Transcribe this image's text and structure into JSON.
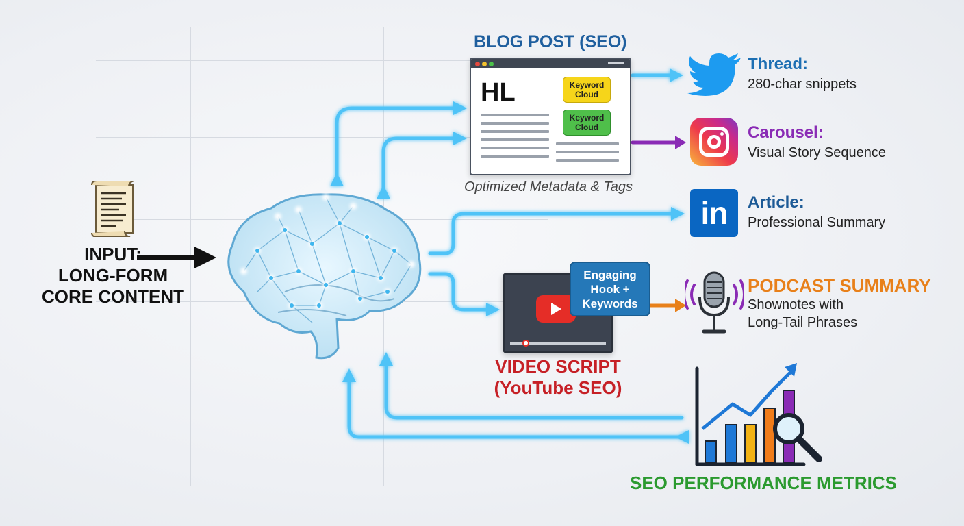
{
  "input": {
    "line1": "INPUT:",
    "line2": "LONG-FORM",
    "line3": "CORE CONTENT"
  },
  "blog": {
    "title": "BLOG POST (SEO)",
    "headline": "HL",
    "bubble1": "Keyword Cloud",
    "bubble2": "Keyword Cloud",
    "caption": "Optimized Metadata & Tags"
  },
  "twitter": {
    "title": "Thread:",
    "subtitle": "280-char snippets"
  },
  "instagram": {
    "title": "Carousel:",
    "subtitle": "Visual Story Sequence"
  },
  "linkedin": {
    "title": "Article:",
    "subtitle": "Professional Summary",
    "logo": "in"
  },
  "video": {
    "title": "VIDEO SCRIPT (YouTube SEO)",
    "hook": "Engaging Hook + Keywords"
  },
  "podcast": {
    "title": "PODCAST SUMMARY",
    "line1": "Shownotes with",
    "line2": "Long-Tail Phrases"
  },
  "seo": {
    "title": "SEO PERFORMANCE METRICS"
  },
  "colors": {
    "flow": "#4fc3f7",
    "twitter": "#1d9bf0",
    "linkedin": "#0a66c2",
    "youtube": "#e52d27",
    "podcast": "#e8801a",
    "seo": "#2b9a2f",
    "carousel": "#8a2bb5"
  }
}
